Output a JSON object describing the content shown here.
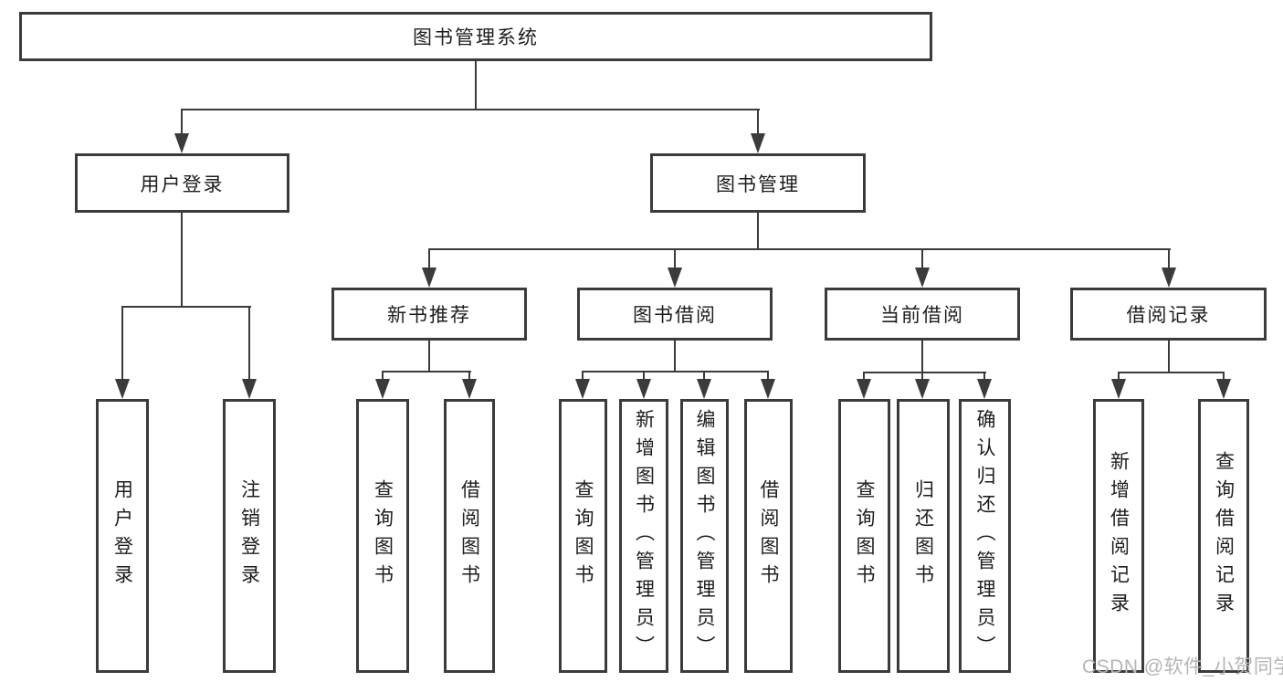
{
  "tree": {
    "label": "图书管理系统",
    "children": [
      {
        "label": "用户登录",
        "children": [
          {
            "label": "用户登录"
          },
          {
            "label": "注销登录"
          }
        ]
      },
      {
        "label": "图书管理",
        "children": [
          {
            "label": "新书推荐",
            "children": [
              {
                "label": "查询图书"
              },
              {
                "label": "借阅图书"
              }
            ]
          },
          {
            "label": "图书借阅",
            "children": [
              {
                "label": "查询图书"
              },
              {
                "label": "新增图书（管理员）"
              },
              {
                "label": "编辑图书（管理员）"
              },
              {
                "label": "借阅图书"
              }
            ]
          },
          {
            "label": "当前借阅",
            "children": [
              {
                "label": "查询图书"
              },
              {
                "label": "归还图书"
              },
              {
                "label": "确认归还（管理员）"
              }
            ]
          },
          {
            "label": "借阅记录",
            "children": [
              {
                "label": "新增借阅记录"
              },
              {
                "label": "查询借阅记录"
              }
            ]
          }
        ]
      }
    ]
  },
  "watermark": {
    "text": "CSDN @软件_小贺同学"
  },
  "colors": {
    "line": "#3b3b3b",
    "text": "#1d1d1d",
    "watermark": "#b5b5b5",
    "background": "#ffffff"
  }
}
